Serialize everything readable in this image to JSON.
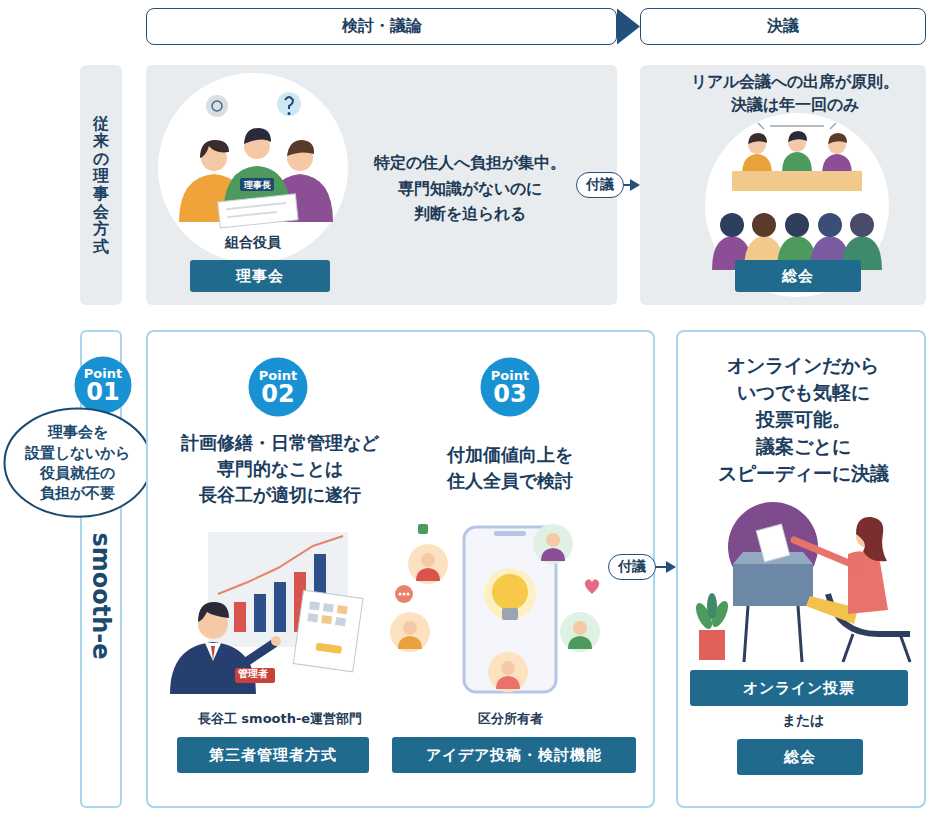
{
  "diagram": {
    "nodes": [
      {
        "text": [
          "検討・議論"
        ]
      },
      {
        "text": [
          "決議"
        ]
      },
      {
        "text": [
          "従来の理事会方式"
        ]
      },
      {
        "text": [
          "特定の住人へ負担が集中。 専門知識がないのに 判断を迫られる"
        ]
      },
      {
        "text": [
          "組合役員"
        ],
        "in": 3
      },
      {
        "text": [
          "理事会"
        ],
        "in": 3
      },
      {
        "text": [
          "リアル会議への出席が原則。 決議は年一回のみ"
        ]
      },
      {
        "text": [
          "総会"
        ],
        "in": 6
      },
      {
        "text": [
          "smooth-e"
        ]
      },
      {
        "text": [
          "Point",
          "01"
        ]
      },
      {
        "text": [
          "理事会を 設置しないから 役員就任の 負担が不要"
        ]
      },
      {
        "text": [
          "計画修繕・日常管理など 専門的なことは 長谷工が適切に遂行",
          "長谷工 smooth-e運営部門",
          "付加価値向上を 住人全員で検討",
          "区分所有者"
        ]
      },
      {
        "text": [
          "Point",
          "02"
        ],
        "in": 11
      },
      {
        "text": [
          "第三者管理者方式"
        ],
        "in": 11
      },
      {
        "text": [
          "Point",
          "03"
        ],
        "in": 11
      },
      {
        "text": [
          "アイデア投稿・検討機能"
        ],
        "in": 11
      },
      {
        "text": [
          "オンラインだから いつでも気軽に 投票可能。 議案ごとに スピーディーに決議",
          "または"
        ]
      },
      {
        "text": [
          "オンライン投票"
        ],
        "in": 16
      },
      {
        "text": [
          "総会"
        ],
        "in": 16
      }
    ],
    "edges": [
      {
        "from": 0,
        "to": 1,
        "arrow": "to"
      },
      {
        "from": 3,
        "to": 6,
        "label": "付議",
        "arrow": "to"
      },
      {
        "from": 11,
        "to": 16,
        "label": "付議",
        "arrow": "to"
      }
    ],
    "labels": [
      "理事長",
      "管理者"
    ]
  }
}
